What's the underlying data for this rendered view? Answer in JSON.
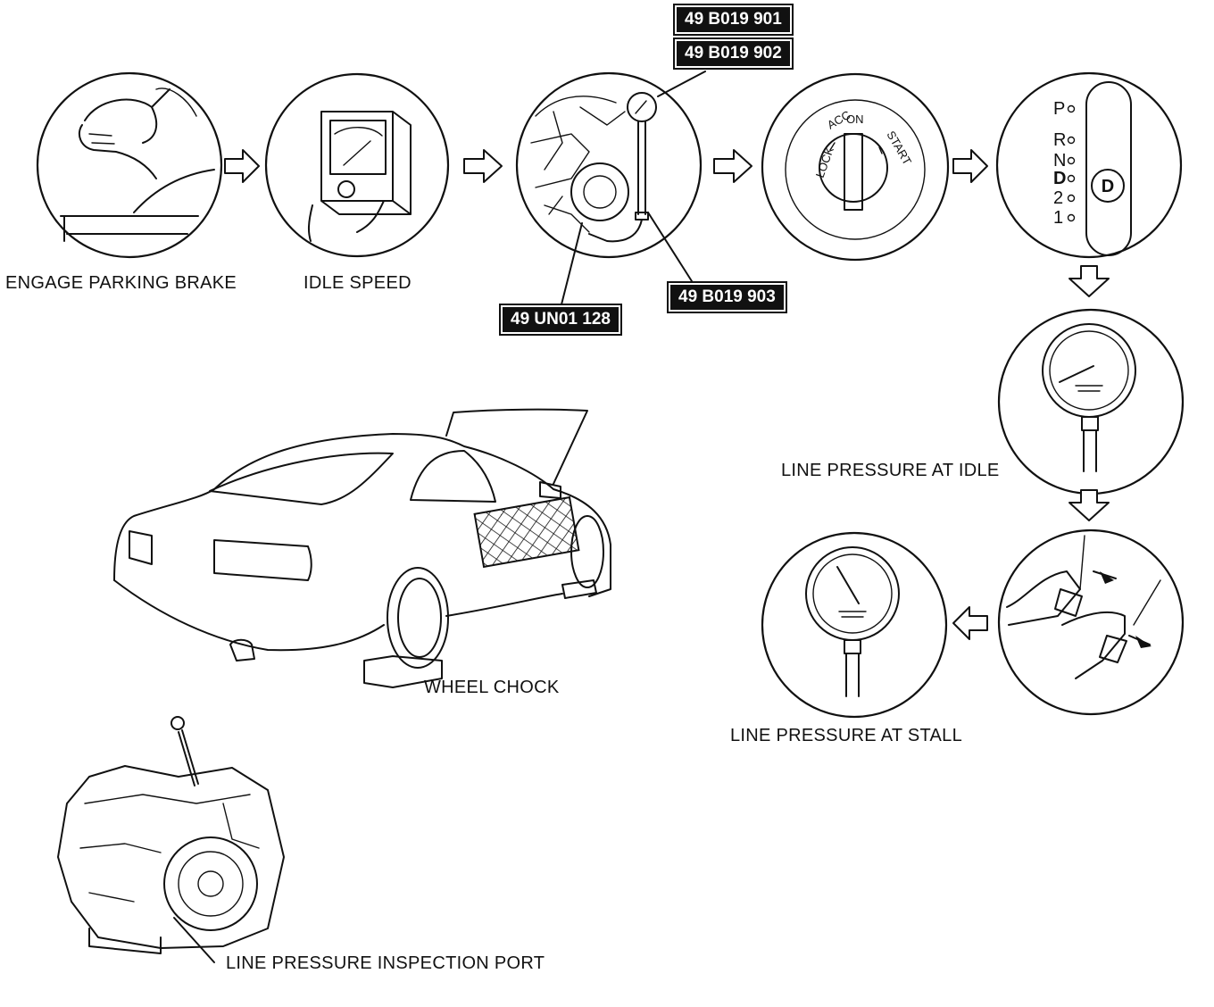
{
  "steps": {
    "parking_brake": "ENGAGE PARKING BRAKE",
    "idle_speed": "IDLE SPEED",
    "line_pressure_idle": "LINE PRESSURE AT IDLE",
    "line_pressure_stall": "LINE PRESSURE AT STALL"
  },
  "tools": {
    "tool_901": "49 B019 901",
    "tool_902": "49 B019 902",
    "tool_903": "49 B019 903",
    "tool_un01": "49 UN01 128"
  },
  "ignition": {
    "lock": "LOCK",
    "acc": "ACC",
    "on": "ON",
    "start": "START"
  },
  "shifter": {
    "positions": [
      "P",
      "R",
      "N",
      "D",
      "2",
      "1"
    ],
    "selected": "D"
  },
  "captions": {
    "wheel_chock": "WHEEL CHOCK",
    "inspection_port": "LINE PRESSURE INSPECTION PORT"
  }
}
